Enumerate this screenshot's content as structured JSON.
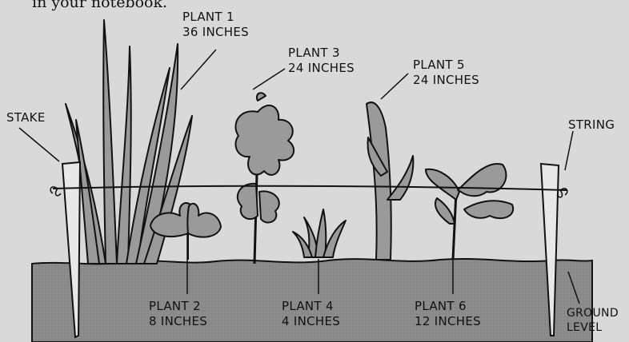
{
  "header_fragment": "in your notebook.",
  "labels": {
    "stake": "STAKE",
    "string": "STRING",
    "plant1": {
      "name": "PLANT 1",
      "height": "36 INCHES"
    },
    "plant2": {
      "name": "PLANT 2",
      "height": "8 INCHES"
    },
    "plant3": {
      "name": "PLANT 3",
      "height": "24 INCHES"
    },
    "plant4": {
      "name": "PLANT 4",
      "height": "4 INCHES"
    },
    "plant5": {
      "name": "PLANT 5",
      "height": "24 INCHES"
    },
    "plant6": {
      "name": "PLANT 6",
      "height": "12 INCHES"
    },
    "ground": {
      "line1": "GROUND",
      "line2": "LEVEL"
    }
  },
  "colors": {
    "background": "#d9d9d9",
    "ground": "#8a8a8a",
    "plant_fill": "#9a9a9a",
    "stroke": "#111111"
  }
}
